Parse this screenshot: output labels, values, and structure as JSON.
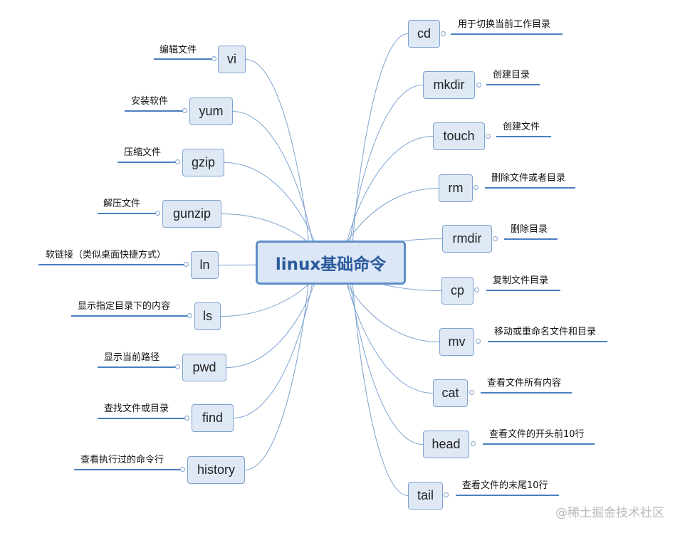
{
  "root": "linux基础命令",
  "watermark": "@稀土掘金技术社区",
  "left": [
    {
      "cmd": "vi",
      "desc": "编辑文件"
    },
    {
      "cmd": "yum",
      "desc": "安装软件"
    },
    {
      "cmd": "gzip",
      "desc": "压缩文件"
    },
    {
      "cmd": "gunzip",
      "desc": "解压文件"
    },
    {
      "cmd": "ln",
      "desc": "软链接（类似桌面快捷方式）"
    },
    {
      "cmd": "ls",
      "desc": "显示指定目录下的内容"
    },
    {
      "cmd": "pwd",
      "desc": "显示当前路径"
    },
    {
      "cmd": "find",
      "desc": "查找文件或目录"
    },
    {
      "cmd": "history",
      "desc": "查看执行过的命令行"
    }
  ],
  "right": [
    {
      "cmd": "cd",
      "desc": "用于切换当前工作目录"
    },
    {
      "cmd": "mkdir",
      "desc": "创建目录"
    },
    {
      "cmd": "touch",
      "desc": "创建文件"
    },
    {
      "cmd": "rm",
      "desc": "删除文件或者目录"
    },
    {
      "cmd": "rmdir",
      "desc": "删除目录"
    },
    {
      "cmd": "cp",
      "desc": "复制文件目录"
    },
    {
      "cmd": "mv",
      "desc": "移动或重命名文件和目录"
    },
    {
      "cmd": "cat",
      "desc": "查看文件所有内容"
    },
    {
      "cmd": "head",
      "desc": "查看文件的开头前10行"
    },
    {
      "cmd": "tail",
      "desc": "查看文件的末尾10行"
    }
  ]
}
